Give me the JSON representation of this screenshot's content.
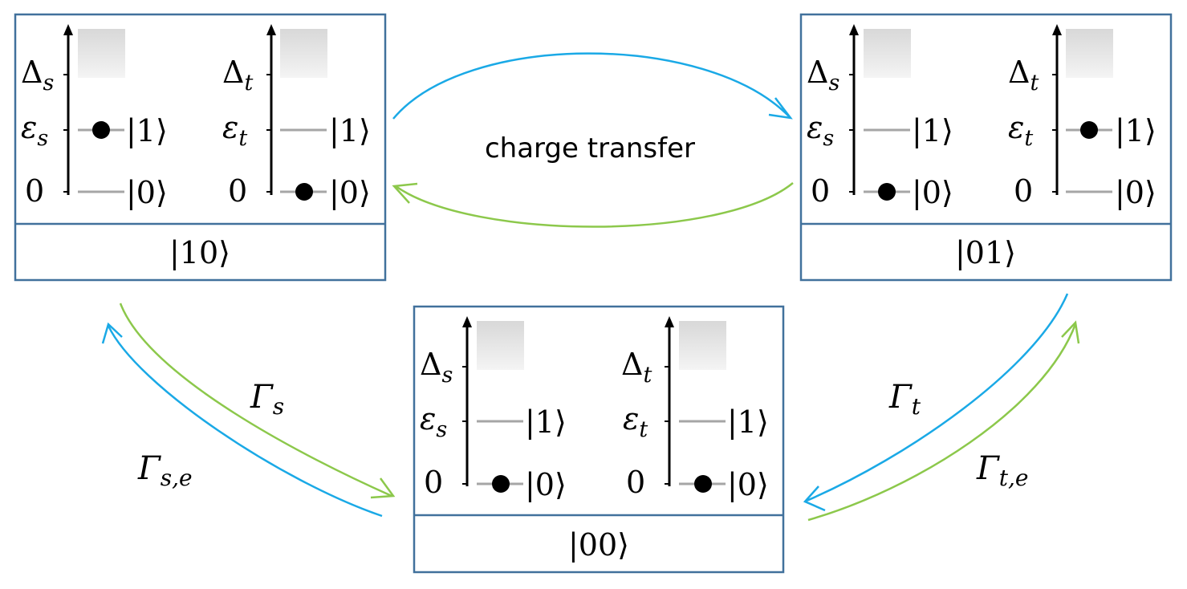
{
  "colors": {
    "box_border": "#41719c",
    "blue_arrow": "#1aa9e6",
    "green_arrow": "#8cc84b",
    "level_line": "#a6a6a6",
    "gap_fill_top": "#d8d8d8",
    "gap_fill_bottom": "#f2f2f2"
  },
  "center_label": "charge transfer",
  "rates": {
    "gamma_s": {
      "symbol": "Γ",
      "sub": "s"
    },
    "gamma_s_e": {
      "symbol": "Γ",
      "sub": "s,e"
    },
    "gamma_t": {
      "symbol": "Γ",
      "sub": "t"
    },
    "gamma_t_e": {
      "symbol": "Γ",
      "sub": "t,e"
    }
  },
  "states": [
    {
      "id": "state-10",
      "label": "|10⟩",
      "panels": [
        {
          "gap_symbol": "Δ",
          "level_symbol": "ε",
          "sub": "s",
          "zero": "0",
          "ket1": "|1⟩",
          "ket0": "|0⟩",
          "occupied": "1"
        },
        {
          "gap_symbol": "Δ",
          "level_symbol": "ε",
          "sub": "t",
          "zero": "0",
          "ket1": "|1⟩",
          "ket0": "|0⟩",
          "occupied": "0"
        }
      ]
    },
    {
      "id": "state-01",
      "label": "|01⟩",
      "panels": [
        {
          "gap_symbol": "Δ",
          "level_symbol": "ε",
          "sub": "s",
          "zero": "0",
          "ket1": "|1⟩",
          "ket0": "|0⟩",
          "occupied": "0"
        },
        {
          "gap_symbol": "Δ",
          "level_symbol": "ε",
          "sub": "t",
          "zero": "0",
          "ket1": "|1⟩",
          "ket0": "|0⟩",
          "occupied": "1"
        }
      ]
    },
    {
      "id": "state-00",
      "label": "|00⟩",
      "panels": [
        {
          "gap_symbol": "Δ",
          "level_symbol": "ε",
          "sub": "s",
          "zero": "0",
          "ket1": "|1⟩",
          "ket0": "|0⟩",
          "occupied": "0"
        },
        {
          "gap_symbol": "Δ",
          "level_symbol": "ε",
          "sub": "t",
          "zero": "0",
          "ket1": "|1⟩",
          "ket0": "|0⟩",
          "occupied": "0"
        }
      ]
    }
  ]
}
